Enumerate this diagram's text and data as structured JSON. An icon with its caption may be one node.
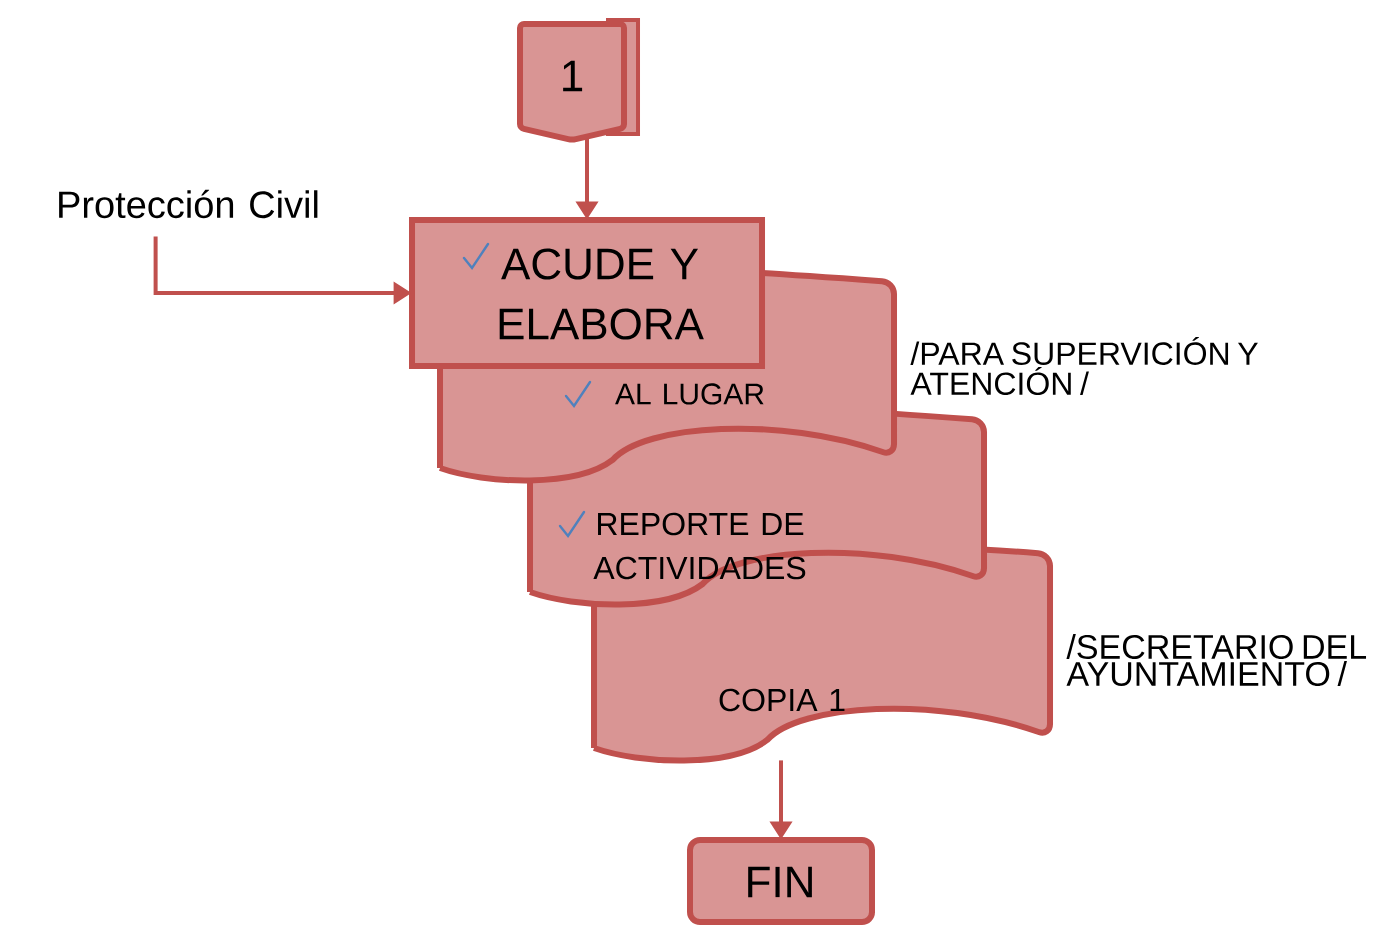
{
  "diagram": {
    "nodes": [
      {
        "text": [
          "1"
        ]
      },
      {
        "text": [
          "Protección Civil"
        ]
      },
      {
        "text": [
          "ACUDE Y ELABORA"
        ]
      },
      {
        "text": [
          "AL  LUGAR"
        ],
        "beside": [
          "/PARA SUPERVICIÓN Y ATENCIÓN /"
        ]
      },
      {
        "text": [
          "REPORTE DE ACTIVIDADES"
        ]
      },
      {
        "text": [
          "COPIA 1"
        ],
        "beside": [
          "/SECRETARIO DEL AYUNTAMIENTO /"
        ]
      },
      {
        "text": [
          "FIN"
        ]
      }
    ],
    "edges": [
      {
        "from": 0,
        "to": 2,
        "arrow": "to"
      },
      {
        "from": 1,
        "to": 2,
        "arrow": "to"
      },
      {
        "from": 5,
        "to": 6,
        "arrow": "to"
      }
    ]
  }
}
